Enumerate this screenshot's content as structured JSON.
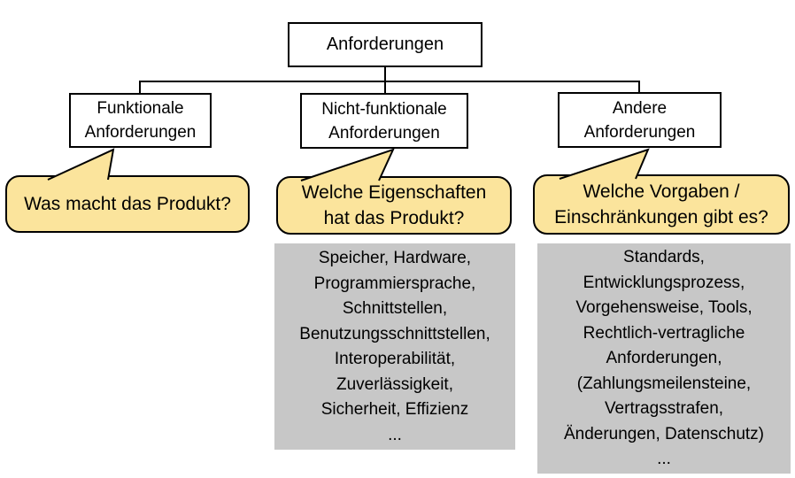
{
  "diagram": {
    "title_node": {
      "label": "Anforderungen"
    },
    "children": [
      {
        "label": "Funktionale\nAnforderungen",
        "question": "Was macht das Produkt?",
        "examples": ""
      },
      {
        "label": "Nicht-funktionale\nAnforderungen",
        "question": "Welche Eigenschaften\nhat das Produkt?",
        "examples": "Speicher, Hardware,\nProgrammiersprache,\nSchnittstellen,\nBenutzungsschnittstellen,\nInteroperabilität,\nZuverlässigkeit,\nSicherheit, Effizienz\n..."
      },
      {
        "label": "Andere\nAnforderungen",
        "question": "Welche Vorgaben /\nEinschränkungen gibt es?",
        "examples": "Standards,\nEntwicklungsprozess,\nVorgehensweise, Tools,\nRechtlich-vertragliche\nAnforderungen,\n(Zahlungsmeilensteine,\nVertragsstrafen,\nÄnderungen, Datenschutz)\n..."
      }
    ],
    "colors": {
      "callout_fill": "#FBE49C",
      "callout_border": "#000000",
      "node_border": "#000000",
      "examples_fill": "#C7C7C7",
      "background": "#FFFFFF",
      "connector": "#000000"
    }
  }
}
